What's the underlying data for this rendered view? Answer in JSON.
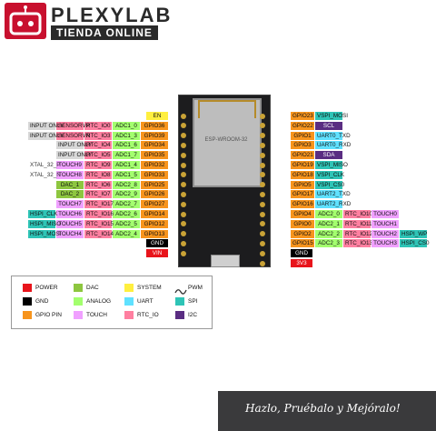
{
  "header": {
    "brand": "PLEXYLAB",
    "tagline": "TIENDA ONLINE"
  },
  "colors": {
    "power": "#e8141b",
    "gnd": "#000000",
    "gpio_pin": "#f7941d",
    "dac": "#8dc63f",
    "analog": "#a3ff6e",
    "touch": "#f0a0ff",
    "system": "#ffef3f",
    "uart": "#5fe1ff",
    "rtc_io": "#ff7fa0",
    "spi": "#2ec4b6",
    "i2c": "#5a2d82",
    "label_gray": "#d8d8d8",
    "xtal": "#ffffff"
  },
  "board": {
    "module_text": "ESP-WROOM-32"
  },
  "left_rows": [
    {
      "num": "",
      "cells": [
        {
          "t": "EN",
          "c": "system"
        }
      ]
    },
    {
      "num": "",
      "cells": [
        {
          "t": "INPUT ONLY",
          "c": "label_gray"
        },
        {
          "t": "SENSORVP",
          "c": "rtc_io"
        },
        {
          "t": "RTC_IO0",
          "c": "rtc_io"
        },
        {
          "t": "ADC1_0",
          "c": "analog"
        },
        {
          "t": "GPIO36",
          "c": "gpio_pin"
        }
      ]
    },
    {
      "num": "",
      "cells": [
        {
          "t": "INPUT ONLY",
          "c": "label_gray"
        },
        {
          "t": "SENSORVN",
          "c": "rtc_io"
        },
        {
          "t": "RTC_IO3",
          "c": "rtc_io"
        },
        {
          "t": "ADC1_3",
          "c": "analog"
        },
        {
          "t": "GPIO39",
          "c": "gpio_pin"
        }
      ]
    },
    {
      "num": "",
      "cells": [
        {
          "t": "INPUT ONLY",
          "c": "label_gray"
        },
        {
          "t": "RTC_IO4",
          "c": "rtc_io"
        },
        {
          "t": "ADC1_6",
          "c": "analog"
        },
        {
          "t": "GPIO34",
          "c": "gpio_pin"
        }
      ]
    },
    {
      "num": "",
      "cells": [
        {
          "t": "INPUT ONLY",
          "c": "label_gray"
        },
        {
          "t": "RTC_IO5",
          "c": "rtc_io"
        },
        {
          "t": "ADC1_7",
          "c": "analog"
        },
        {
          "t": "GPIO35",
          "c": "gpio_pin"
        }
      ]
    },
    {
      "num": "",
      "cells": [
        {
          "t": "XTAL_32_P",
          "c": "xtal"
        },
        {
          "t": "TOUCH9",
          "c": "touch"
        },
        {
          "t": "RTC_IO9",
          "c": "rtc_io"
        },
        {
          "t": "ADC1_4",
          "c": "analog"
        },
        {
          "t": "GPIO32",
          "c": "gpio_pin"
        }
      ]
    },
    {
      "num": "",
      "cells": [
        {
          "t": "XTAL_32_N",
          "c": "xtal"
        },
        {
          "t": "TOUCH8",
          "c": "touch"
        },
        {
          "t": "RTC_IO8",
          "c": "rtc_io"
        },
        {
          "t": "ADC1_5",
          "c": "analog"
        },
        {
          "t": "GPIO33",
          "c": "gpio_pin"
        }
      ]
    },
    {
      "num": "",
      "cells": [
        {
          "t": "DAC_1",
          "c": "dac"
        },
        {
          "t": "RTC_IO6",
          "c": "rtc_io"
        },
        {
          "t": "ADC2_8",
          "c": "analog"
        },
        {
          "t": "GPIO25",
          "c": "gpio_pin"
        }
      ]
    },
    {
      "num": "",
      "cells": [
        {
          "t": "DAC_2",
          "c": "dac"
        },
        {
          "t": "RTC_IO7",
          "c": "rtc_io"
        },
        {
          "t": "ADC2_9",
          "c": "analog"
        },
        {
          "t": "GPIO26",
          "c": "gpio_pin"
        }
      ]
    },
    {
      "num": "",
      "cells": [
        {
          "t": "TOUCH7",
          "c": "touch"
        },
        {
          "t": "RTC_IO17",
          "c": "rtc_io"
        },
        {
          "t": "ADC2_7",
          "c": "analog"
        },
        {
          "t": "GPIO27",
          "c": "gpio_pin"
        }
      ]
    },
    {
      "num": "",
      "cells": [
        {
          "t": "HSPI_CLK",
          "c": "spi"
        },
        {
          "t": "TOUCH6",
          "c": "touch"
        },
        {
          "t": "RTC_IO16",
          "c": "rtc_io"
        },
        {
          "t": "ADC2_6",
          "c": "analog"
        },
        {
          "t": "GPIO14",
          "c": "gpio_pin"
        }
      ]
    },
    {
      "num": "",
      "cells": [
        {
          "t": "HSPI_MISO",
          "c": "spi"
        },
        {
          "t": "TOUCH5",
          "c": "touch"
        },
        {
          "t": "RTC_IO15",
          "c": "rtc_io"
        },
        {
          "t": "ADC2_5",
          "c": "analog"
        },
        {
          "t": "GPIO12",
          "c": "gpio_pin"
        }
      ]
    },
    {
      "num": "",
      "cells": [
        {
          "t": "HSPI_MOSI",
          "c": "spi"
        },
        {
          "t": "TOUCH4",
          "c": "touch"
        },
        {
          "t": "RTC_IO14",
          "c": "rtc_io"
        },
        {
          "t": "ADC2_4",
          "c": "analog"
        },
        {
          "t": "GPIO13",
          "c": "gpio_pin"
        }
      ]
    },
    {
      "num": "",
      "cells": [
        {
          "t": "GND",
          "c": "gnd"
        }
      ]
    },
    {
      "num": "",
      "cells": [
        {
          "t": "VIN",
          "c": "power"
        }
      ]
    }
  ],
  "right_rows": [
    {
      "num": "",
      "cells": [
        {
          "t": "GPIO23",
          "c": "gpio_pin"
        },
        {
          "t": "VSPI_MOSI",
          "c": "spi"
        }
      ]
    },
    {
      "num": "",
      "cells": [
        {
          "t": "GPIO22",
          "c": "gpio_pin"
        },
        {
          "t": "SCL",
          "c": "i2c"
        }
      ]
    },
    {
      "num": "",
      "cells": [
        {
          "t": "GPIO1",
          "c": "gpio_pin"
        },
        {
          "t": "UART0_TXD",
          "c": "uart"
        }
      ]
    },
    {
      "num": "",
      "cells": [
        {
          "t": "GPIO3",
          "c": "gpio_pin"
        },
        {
          "t": "UART0_RXD",
          "c": "uart"
        }
      ]
    },
    {
      "num": "",
      "cells": [
        {
          "t": "GPIO21",
          "c": "gpio_pin"
        },
        {
          "t": "SDA",
          "c": "i2c"
        }
      ]
    },
    {
      "num": "",
      "cells": [
        {
          "t": "GPIO19",
          "c": "gpio_pin"
        },
        {
          "t": "VSPI_MISO",
          "c": "spi"
        }
      ]
    },
    {
      "num": "",
      "cells": [
        {
          "t": "GPIO18",
          "c": "gpio_pin"
        },
        {
          "t": "VSPI_CLK",
          "c": "spi"
        }
      ]
    },
    {
      "num": "",
      "cells": [
        {
          "t": "GPIO5",
          "c": "gpio_pin"
        },
        {
          "t": "VSPI_CS0",
          "c": "spi"
        }
      ]
    },
    {
      "num": "",
      "cells": [
        {
          "t": "GPIO17",
          "c": "gpio_pin"
        },
        {
          "t": "UART2_TXD",
          "c": "uart"
        }
      ]
    },
    {
      "num": "",
      "cells": [
        {
          "t": "GPIO16",
          "c": "gpio_pin"
        },
        {
          "t": "UART2_RXD",
          "c": "uart"
        }
      ]
    },
    {
      "num": "",
      "cells": [
        {
          "t": "GPIO4",
          "c": "gpio_pin"
        },
        {
          "t": "ADC2_0",
          "c": "analog"
        },
        {
          "t": "RTC_IO10",
          "c": "rtc_io"
        },
        {
          "t": "TOUCH0",
          "c": "touch"
        }
      ]
    },
    {
      "num": "",
      "cells": [
        {
          "t": "GPIO0",
          "c": "gpio_pin"
        },
        {
          "t": "ADC2_1",
          "c": "analog"
        },
        {
          "t": "RTC_IO11",
          "c": "rtc_io"
        },
        {
          "t": "TOUCH1",
          "c": "touch"
        }
      ]
    },
    {
      "num": "",
      "cells": [
        {
          "t": "GPIO2",
          "c": "gpio_pin"
        },
        {
          "t": "ADC2_2",
          "c": "analog"
        },
        {
          "t": "RTC_IO12",
          "c": "rtc_io"
        },
        {
          "t": "TOUCH2",
          "c": "touch"
        },
        {
          "t": "HSPI_WP",
          "c": "spi"
        }
      ]
    },
    {
      "num": "",
      "cells": [
        {
          "t": "GPIO15",
          "c": "gpio_pin"
        },
        {
          "t": "ADC2_3",
          "c": "analog"
        },
        {
          "t": "RTC_IO13",
          "c": "rtc_io"
        },
        {
          "t": "TOUCH3",
          "c": "touch"
        },
        {
          "t": "HSPI_CS0",
          "c": "spi"
        }
      ]
    },
    {
      "num": "",
      "cells": [
        {
          "t": "GND",
          "c": "gnd"
        }
      ]
    },
    {
      "num": "",
      "cells": [
        {
          "t": "3V3",
          "c": "power"
        }
      ]
    }
  ],
  "legend": [
    {
      "label": "POWER",
      "c": "power",
      "icon": "swatch"
    },
    {
      "label": "GND",
      "c": "gnd",
      "icon": "swatch"
    },
    {
      "label": "GPIO PIN",
      "c": "gpio_pin",
      "icon": "swatch"
    },
    {
      "label": "DAC",
      "c": "dac",
      "icon": "swatch"
    },
    {
      "label": "ANALOG",
      "c": "analog",
      "icon": "swatch"
    },
    {
      "label": "TOUCH",
      "c": "touch",
      "icon": "swatch"
    },
    {
      "label": "SYSTEM",
      "c": "system",
      "icon": "swatch"
    },
    {
      "label": "UART",
      "c": "uart",
      "icon": "swatch"
    },
    {
      "label": "RTC_IO",
      "c": "rtc_io",
      "icon": "swatch"
    },
    {
      "label": "PWM",
      "c": "",
      "icon": "pwm-wave"
    },
    {
      "label": "SPI",
      "c": "spi",
      "icon": "swatch"
    },
    {
      "label": "I2C",
      "c": "i2c",
      "icon": "swatch"
    }
  ],
  "footer": {
    "slogan": "Hazlo, Pruébalo y Mejóralo!"
  }
}
